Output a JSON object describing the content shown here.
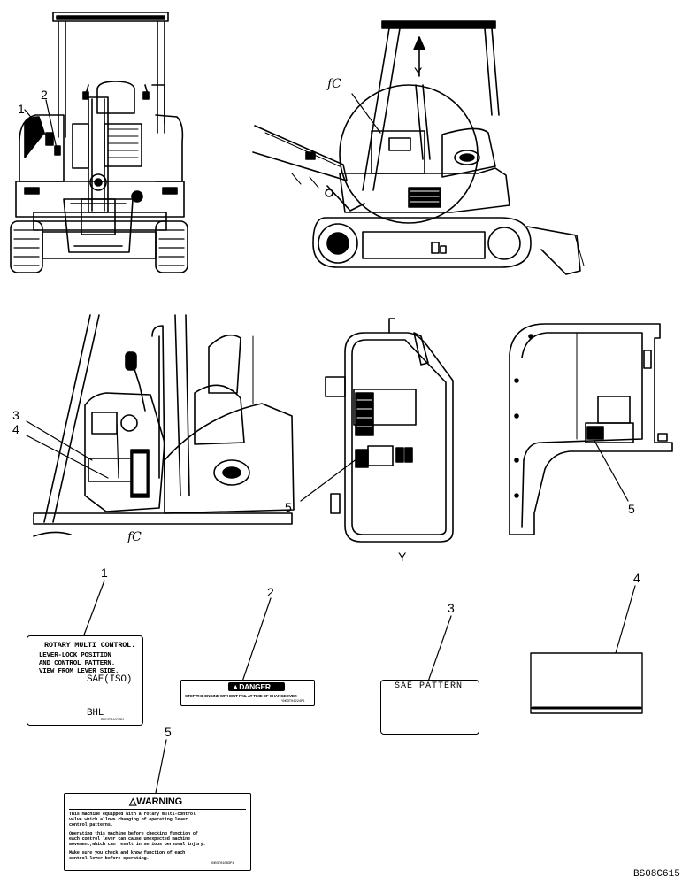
{
  "views": {
    "cab_arrow_label": "Y",
    "detail_mark": "fC",
    "detail_mark_lower": "fC",
    "cab_view_label": "Y"
  },
  "callouts": {
    "front_1": "1",
    "front_2": "2",
    "mid_3": "3",
    "mid_4": "4",
    "mid_5a": "5",
    "mid_5b": "5",
    "decal_1": "1",
    "decal_2": "2",
    "decal_3": "3",
    "decal_4": "4",
    "decal_5": "5"
  },
  "decals": {
    "rotary": {
      "title": "ROTARY MULTI CONTROL.",
      "lines": [
        "LEVER-LOCK POSITION",
        "AND CONTROL PATTERN.",
        "VIEW FROM LEVER SIDE."
      ],
      "sae": "SAE(ISO)",
      "bhl": "BHL",
      "part_no": "PW22T01076P1"
    },
    "danger": {
      "heading": "DANGER",
      "text": "STOP THE ENGINE WITHOUT FAIL AT TIME OF CHANGEOVER",
      "part_no": "YN03T01224P1"
    },
    "pattern": {
      "title": "SAE PATTERN"
    },
    "warning": {
      "heading": "WARNING",
      "lines": [
        "This machine equipped with a rotary multi-control",
        "valve which allows changing of operating lever",
        "control patterns.",
        "Operating this machine before checking function of",
        "each control lever can cause unexpected machine",
        "movement,which can result in serious personal injury.",
        "Make sure you check and know function of each",
        "control lever before operating."
      ],
      "part_no": "YN03T01083P1"
    }
  },
  "drawing_code": "BS08C615"
}
